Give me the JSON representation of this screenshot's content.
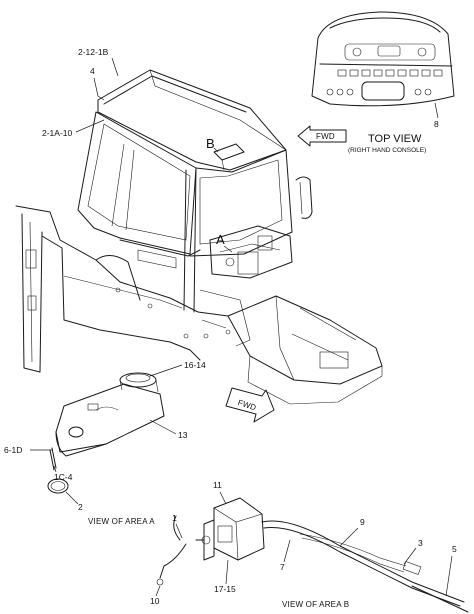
{
  "callouts": {
    "c_2_12_1b": "2-12-1B",
    "c_4": "4",
    "c_2_1a_10": "2-1A-10",
    "c_8": "8",
    "c_16_14": "16-14",
    "c_13": "13",
    "c_6_1d": "6-1D",
    "c_1c_4": "1C-4",
    "c_2": "2",
    "c_11": "11",
    "c_1": "1",
    "c_9": "9",
    "c_3": "3",
    "c_5": "5",
    "c_7": "7",
    "c_10": "10",
    "c_17_15": "17-15"
  },
  "area_labels": {
    "a": "A",
    "b": "B"
  },
  "arrows": {
    "fwd_top": "FWD",
    "fwd_mid": "FWD"
  },
  "captions": {
    "top_view": "TOP VIEW",
    "right_hand_console": "(RIGHT HAND CONSOLE)",
    "view_area_a": "VIEW OF AREA  A",
    "view_area_b": "VIEW OF AREA  B"
  }
}
